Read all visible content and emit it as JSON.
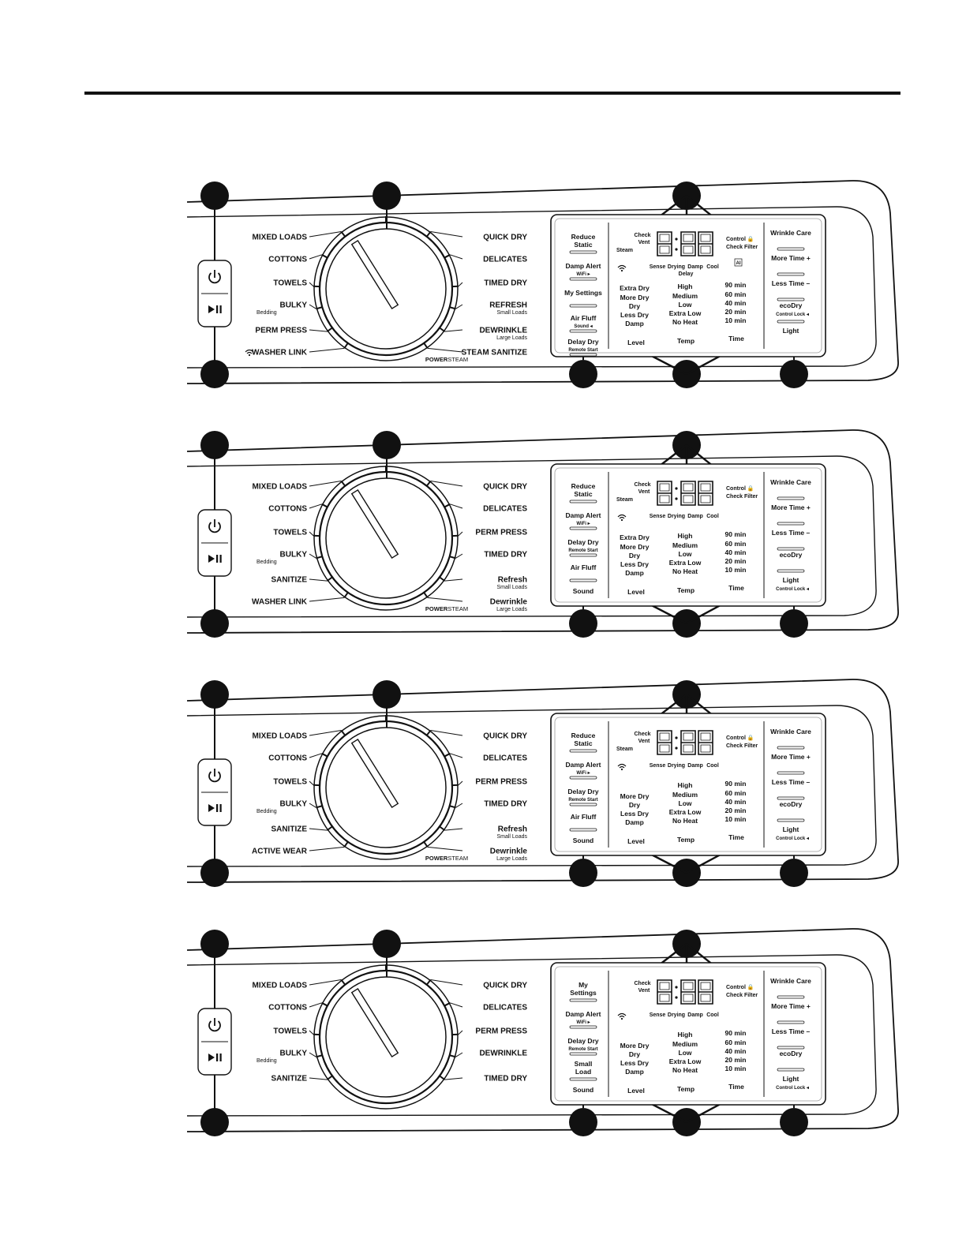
{
  "colors": {
    "ink": "#111111",
    "panel": "#ffffff",
    "lcd_border": "#9a9a9a"
  },
  "icons": {
    "power": "power-icon",
    "play_pause": "play-pause-icon",
    "wifi": "wifi-icon"
  },
  "panels": [
    {
      "dial_left": [
        {
          "label": "MIXED LOADS",
          "sub": ""
        },
        {
          "label": "COTTONS",
          "sub": ""
        },
        {
          "label": "TOWELS",
          "sub": ""
        },
        {
          "label": "BULKY",
          "sub": "Bedding"
        },
        {
          "label": "PERM PRESS",
          "sub": ""
        },
        {
          "label": "WASHER LINK",
          "sub": "",
          "wifi": true
        }
      ],
      "dial_right": [
        {
          "label": "QUICK DRY",
          "sub": ""
        },
        {
          "label": "DELICATES",
          "sub": ""
        },
        {
          "label": "TIMED DRY",
          "sub": ""
        },
        {
          "label": "REFRESH",
          "sub": "Small Loads"
        },
        {
          "label": "DEWRINKLE",
          "sub": "Large Loads"
        },
        {
          "label": "STEAM SANITIZE",
          "sub": ""
        }
      ],
      "has_powersteam": true,
      "left_buttons": [
        {
          "label": "Reduce",
          "label2": "Static",
          "sub": ""
        },
        {
          "label": "Damp Alert",
          "label2": "",
          "sub": "WiFi ▸"
        },
        {
          "label": "My Settings",
          "label2": "",
          "sub": ""
        },
        {
          "label": "Air Fluff",
          "label2": "",
          "sub": "Sound ◂"
        },
        {
          "label": "Delay Dry",
          "label2": "",
          "sub": "Remote Start"
        }
      ],
      "right_buttons": [
        {
          "label": "Wrinkle Care",
          "sub": ""
        },
        {
          "label": "More Time +",
          "sub": ""
        },
        {
          "label": "Less Time –",
          "sub": ""
        },
        {
          "label": "ecoDry",
          "sub": "Control Lock ◂"
        },
        {
          "label": "Light",
          "sub": ""
        }
      ],
      "display": {
        "check_vent": [
          "Check",
          "Vent"
        ],
        "steam": "Steam",
        "control": "Control 🔒",
        "check_filter": "Check Filter",
        "status_row": [
          "Sense",
          "Drying",
          "Damp",
          "Cool"
        ],
        "delay": "Delay",
        "ai": "AI",
        "level": [
          "Extra Dry",
          "More Dry",
          "Dry",
          "Less Dry",
          "Damp"
        ],
        "temp": [
          "High",
          "Medium",
          "Low",
          "Extra Low",
          "No Heat"
        ],
        "time": [
          "90 min",
          "60 min",
          "40 min",
          "20 min",
          "10 min"
        ],
        "bottom": [
          "Level",
          "Temp",
          "Time"
        ]
      },
      "bottom_sound": ""
    },
    {
      "dial_left": [
        {
          "label": "MIXED LOADS",
          "sub": ""
        },
        {
          "label": "COTTONS",
          "sub": ""
        },
        {
          "label": "TOWELS",
          "sub": ""
        },
        {
          "label": "BULKY",
          "sub": "Bedding"
        },
        {
          "label": "SANITIZE",
          "sub": ""
        },
        {
          "label": "WASHER LINK",
          "sub": ""
        }
      ],
      "dial_right": [
        {
          "label": "QUICK DRY",
          "sub": ""
        },
        {
          "label": "DELICATES",
          "sub": ""
        },
        {
          "label": "PERM PRESS",
          "sub": ""
        },
        {
          "label": "TIMED DRY",
          "sub": ""
        },
        {
          "label": "Refresh",
          "sub": "Small Loads"
        },
        {
          "label": "Dewrinkle",
          "sub": "Large Loads"
        }
      ],
      "has_powersteam": true,
      "left_buttons": [
        {
          "label": "Reduce",
          "label2": "Static",
          "sub": ""
        },
        {
          "label": "Damp Alert",
          "label2": "",
          "sub": "WiFi ▸"
        },
        {
          "label": "Delay Dry",
          "label2": "",
          "sub": "Remote Start"
        },
        {
          "label": "Air Fluff",
          "label2": "",
          "sub": ""
        }
      ],
      "right_buttons": [
        {
          "label": "Wrinkle Care",
          "sub": ""
        },
        {
          "label": "More Time +",
          "sub": ""
        },
        {
          "label": "Less Time –",
          "sub": ""
        },
        {
          "label": "ecoDry",
          "sub": ""
        },
        {
          "label": "Light",
          "sub": "Control Lock ◂"
        }
      ],
      "display": {
        "check_vent": [
          "Check",
          "Vent"
        ],
        "steam": "Steam",
        "control": "Control 🔒",
        "check_filter": "Check Filter",
        "status_row": [
          "Sense",
          "Drying",
          "Damp",
          "Cool"
        ],
        "delay": "",
        "ai": "",
        "level": [
          "Extra Dry",
          "More Dry",
          "Dry",
          "Less Dry",
          "Damp"
        ],
        "temp": [
          "High",
          "Medium",
          "Low",
          "Extra Low",
          "No Heat"
        ],
        "time": [
          "90 min",
          "60 min",
          "40 min",
          "20 min",
          "10 min"
        ],
        "bottom": [
          "Level",
          "Temp",
          "Time"
        ]
      },
      "bottom_sound": "Sound"
    },
    {
      "dial_left": [
        {
          "label": "MIXED LOADS",
          "sub": ""
        },
        {
          "label": "COTTONS",
          "sub": ""
        },
        {
          "label": "TOWELS",
          "sub": ""
        },
        {
          "label": "BULKY",
          "sub": "Bedding"
        },
        {
          "label": "SANITIZE",
          "sub": ""
        },
        {
          "label": "ACTIVE WEAR",
          "sub": ""
        }
      ],
      "dial_right": [
        {
          "label": "QUICK DRY",
          "sub": ""
        },
        {
          "label": "DELICATES",
          "sub": ""
        },
        {
          "label": "PERM PRESS",
          "sub": ""
        },
        {
          "label": "TIMED DRY",
          "sub": ""
        },
        {
          "label": "Refresh",
          "sub": "Small Loads"
        },
        {
          "label": "Dewrinkle",
          "sub": "Large Loads"
        }
      ],
      "has_powersteam": true,
      "left_buttons": [
        {
          "label": "Reduce",
          "label2": "Static",
          "sub": ""
        },
        {
          "label": "Damp Alert",
          "label2": "",
          "sub": "WiFi ▸"
        },
        {
          "label": "Delay Dry",
          "label2": "",
          "sub": "Remote Start"
        },
        {
          "label": "Air Fluff",
          "label2": "",
          "sub": ""
        }
      ],
      "right_buttons": [
        {
          "label": "Wrinkle Care",
          "sub": ""
        },
        {
          "label": "More Time +",
          "sub": ""
        },
        {
          "label": "Less Time –",
          "sub": ""
        },
        {
          "label": "ecoDry",
          "sub": ""
        },
        {
          "label": "Light",
          "sub": "Control Lock ◂"
        }
      ],
      "display": {
        "check_vent": [
          "Check",
          "Vent"
        ],
        "steam": "Steam",
        "control": "Control 🔒",
        "check_filter": "Check Filter",
        "status_row": [
          "Sense",
          "Drying",
          "Damp",
          "Cool"
        ],
        "delay": "",
        "ai": "",
        "level": [
          "",
          "More Dry",
          "Dry",
          "Less Dry",
          "Damp"
        ],
        "temp": [
          "High",
          "Medium",
          "Low",
          "Extra Low",
          "No Heat"
        ],
        "time": [
          "90 min",
          "60 min",
          "40 min",
          "20 min",
          "10 min"
        ],
        "bottom": [
          "Level",
          "Temp",
          "Time"
        ]
      },
      "bottom_sound": "Sound"
    },
    {
      "dial_left": [
        {
          "label": "MIXED LOADS",
          "sub": ""
        },
        {
          "label": "COTTONS",
          "sub": ""
        },
        {
          "label": "TOWELS",
          "sub": ""
        },
        {
          "label": "BULKY",
          "sub": "Bedding"
        },
        {
          "label": "SANITIZE",
          "sub": ""
        }
      ],
      "dial_right": [
        {
          "label": "QUICK DRY",
          "sub": ""
        },
        {
          "label": "DELICATES",
          "sub": ""
        },
        {
          "label": "PERM PRESS",
          "sub": ""
        },
        {
          "label": "DEWRINKLE",
          "sub": ""
        },
        {
          "label": "TIMED DRY",
          "sub": ""
        }
      ],
      "has_powersteam": false,
      "left_buttons": [
        {
          "label": "My",
          "label2": "Settings",
          "sub": ""
        },
        {
          "label": "Damp Alert",
          "label2": "",
          "sub": "WiFi ▸"
        },
        {
          "label": "Delay Dry",
          "label2": "",
          "sub": "Remote Start"
        },
        {
          "label": "Small",
          "label2": "Load",
          "sub": ""
        }
      ],
      "right_buttons": [
        {
          "label": "Wrinkle Care",
          "sub": ""
        },
        {
          "label": "More Time +",
          "sub": ""
        },
        {
          "label": "Less Time –",
          "sub": ""
        },
        {
          "label": "ecoDry",
          "sub": ""
        },
        {
          "label": "Light",
          "sub": "Control Lock ◂"
        }
      ],
      "display": {
        "check_vent": [
          "Check",
          "Vent"
        ],
        "steam": "",
        "control": "Control 🔒",
        "check_filter": "Check Filter",
        "status_row": [
          "Sense",
          "Drying",
          "Damp",
          "Cool"
        ],
        "delay": "",
        "ai": "",
        "level": [
          "",
          "More Dry",
          "Dry",
          "Less Dry",
          "Damp"
        ],
        "temp": [
          "High",
          "Medium",
          "Low",
          "Extra Low",
          "No Heat"
        ],
        "time": [
          "90 min",
          "60 min",
          "40 min",
          "20 min",
          "10 min"
        ],
        "bottom": [
          "Level",
          "Temp",
          "Time"
        ]
      },
      "bottom_sound": "Sound"
    }
  ],
  "powersteam": {
    "bold": "POWER",
    "normal": "STEAM"
  },
  "digits": "8:88"
}
